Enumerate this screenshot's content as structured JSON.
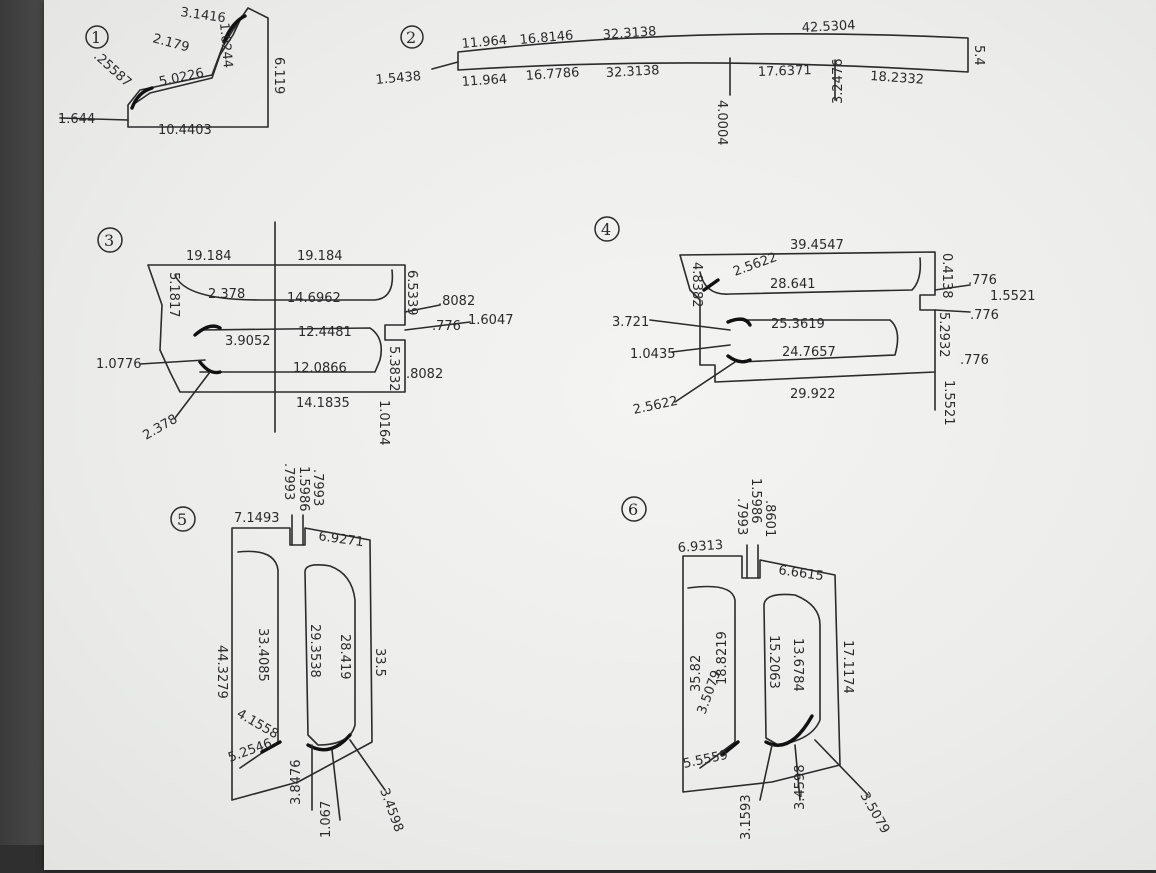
{
  "sketches": [
    {
      "number": "1",
      "labels": [
        "3.1416",
        "6.119",
        "2.179",
        "1.0244",
        ".25587",
        "5.0226",
        "1.644",
        "10.4403"
      ]
    },
    {
      "number": "2",
      "labels": [
        "11.964",
        "16.8146",
        "32.3138",
        "42.5304",
        "5.4",
        "1.5438",
        "11.964",
        "16.7786",
        "32.3138",
        "17.6371",
        "18.2332",
        "4.0004",
        "3.2476"
      ]
    },
    {
      "number": "3",
      "labels": [
        "19.184",
        "19.184",
        "5.1817",
        "2.378",
        "14.6962",
        "6.5339",
        ".8082",
        ".776",
        "1.6047",
        "3.9052",
        "12.4481",
        "1.0776",
        "12.0866",
        "5.3832",
        ".8082",
        "14.1835",
        "1.0164",
        "2.378"
      ]
    },
    {
      "number": "4",
      "labels": [
        "39.4547",
        "0.4138",
        "4.8382",
        "2.5622",
        "28.641",
        ".776",
        "1.5521",
        ".776",
        "3.721",
        "25.3619",
        "5.2932",
        "1.0435",
        "24.7657",
        ".776",
        "2.5622",
        "29.922",
        "1.5521"
      ]
    },
    {
      "number": "5",
      "labels": [
        "7.1493",
        ".7993",
        "1.5986",
        ".7993",
        "6.9271",
        "44.3279",
        "33.4085",
        "29.3538",
        "28.419",
        "33.5",
        "4.1558",
        "5.2546",
        "3.8476",
        "1.067",
        "3.4598"
      ]
    },
    {
      "number": "6",
      "labels": [
        "6.9313",
        ".7993",
        "1.5986",
        ".8601",
        "6.6615",
        "35.82",
        "18.8219",
        "15.2063",
        "13.6784",
        "17.1174",
        "3.5079",
        "5.5559",
        "3.1593",
        "3.4598",
        "3.5079"
      ]
    }
  ]
}
